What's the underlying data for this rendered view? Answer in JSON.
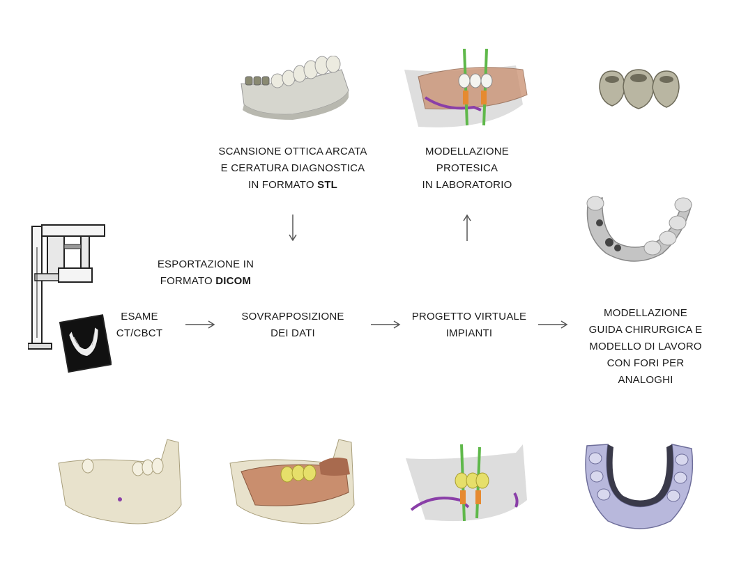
{
  "labels": {
    "scan": {
      "line1": "SCANSIONE OTTICA ARCATA",
      "line2": "E CERATURA DIAGNOSTICA",
      "line3_prefix": "IN FORMATO ",
      "line3_bold": "STL"
    },
    "prosthetic": {
      "line1": "MODELLAZIONE",
      "line2": "PROTESICA",
      "line3": "IN LABORATORIO"
    },
    "export": {
      "line1": "ESPORTAZIONE IN",
      "line2_prefix": "FORMATO ",
      "line2_bold": "DICOM"
    },
    "exam": {
      "line1": "ESAME",
      "line2": "CT/CBCT"
    },
    "overlay": {
      "line1": "SOVRAPPOSIZIONE",
      "line2": "DEI DATI"
    },
    "virtual": {
      "line1": "PROGETTO VIRTUALE",
      "line2": "IMPIANTI"
    },
    "guide": {
      "line1": "MODELLAZIONE",
      "line2": "GUIDA CHIRURGICA E",
      "line3": "MODELLO DI LAVORO",
      "line4": "CON FORI PER",
      "line5": "ANALOGHI"
    }
  },
  "colors": {
    "text": "#1a1a1a",
    "arrow": "#555555",
    "bone": "#e8e2cc",
    "gypsum": "#d9d9d2",
    "wax_peach": "#c98e6e",
    "crown_yellow": "#e6df6a",
    "implant_green": "#5fb84a",
    "nerve_purple": "#8a3fa8",
    "guide_lavender": "#b8b8dc",
    "metal": "#b9b6a2"
  }
}
